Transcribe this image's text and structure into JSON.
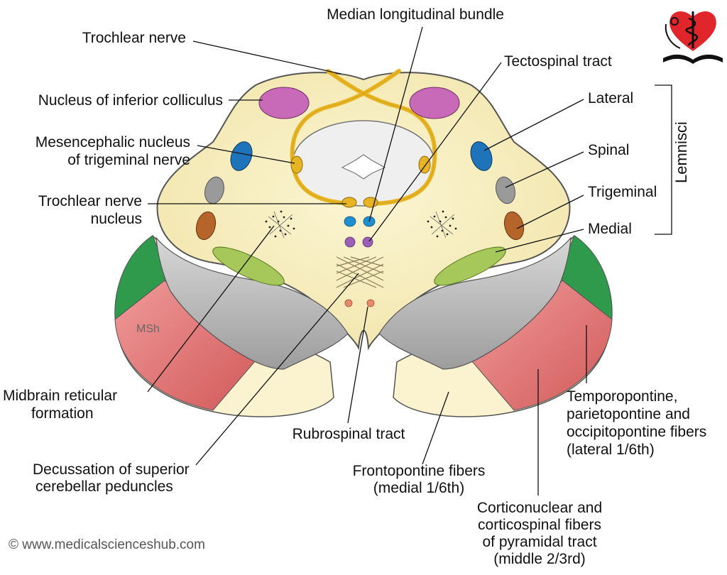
{
  "labels": {
    "trochlear_nerve": "Trochlear nerve",
    "nucleus_inferior_colliculus": "Nucleus of inferior colliculus",
    "mesencephalic_nucleus_line1": "Mesencephalic nucleus",
    "mesencephalic_nucleus_line2": "of trigeminal nerve",
    "trochlear_nerve_nucleus_line1": "Trochlear nerve",
    "trochlear_nerve_nucleus_line2": "nucleus",
    "median_longitudinal_bundle": "Median longitudinal bundle",
    "tectospinal_tract": "Tectospinal tract",
    "lateral": "Lateral",
    "spinal": "Spinal",
    "trigeminal": "Trigeminal",
    "medial": "Medial",
    "lemnisci": "Lemnisci",
    "midbrain_reticular_line1": "Midbrain reticular",
    "midbrain_reticular_line2": "formation",
    "decussation_line1": "Decussation of superior",
    "decussation_line2": "cerebellar peduncles",
    "rubrospinal_tract": "Rubrospinal tract",
    "frontopontine_line1": "Frontopontine fibers",
    "frontopontine_line2": "(medial 1/6th)",
    "temporopontine_line1": "Temporopontine,",
    "temporopontine_line2": "parietopontine and",
    "temporopontine_line3": "occipitopontine fibers",
    "temporopontine_line4": "(lateral 1/6th)",
    "corticonuclear_line1": "Corticonuclear and",
    "corticonuclear_line2": "corticospinal fibers",
    "corticonuclear_line3": "of pyramidal tract",
    "corticonuclear_line4": "(middle 2/3rd)",
    "msh": "MSh"
  },
  "copyright": "© www.medicalscienceshub.com",
  "colors": {
    "tegmentum": "#f7efc1",
    "outline": "#555555",
    "inferior_colliculus": "#c86ab8",
    "lateral_lemniscus": "#1f73b9",
    "spinal_lemniscus": "#9a9a9a",
    "medial_lemniscus": "#b5642a",
    "trigeminal_lemniscus": "#a6c85a",
    "nerve_yellow": "#e9b422",
    "aqueduct": "#e6e6e6",
    "crus_gray": "#b9b9b9",
    "crus_red": "#e07070",
    "crus_green": "#2f9a4c",
    "mlf_blue": "#1f8fd0",
    "tectospinal_purple": "#9b5fb5",
    "rubrospinal_pink": "#e88a6a",
    "logo_red": "#e0252b"
  },
  "logo_icon": "medical-heart-book-logo"
}
